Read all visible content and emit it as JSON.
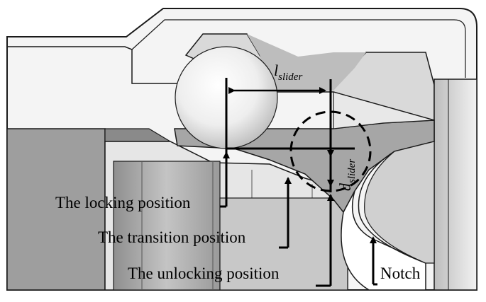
{
  "labels": {
    "locking_position": "The locking position",
    "transition_position": "The transition position",
    "unlocking_position": "The unlocking position",
    "notch": "Notch"
  },
  "dimensions": {
    "slider_length": {
      "symbol": "l",
      "subscript": "slider"
    },
    "slider_diameter": {
      "symbol": "d",
      "subscript": "slider"
    }
  },
  "colors": {
    "outline": "#1a1a1a",
    "housing_light": "#ececec",
    "housing_mid": "#d4d4d4",
    "housing_dark": "#8c8c8c",
    "shaft_face": "#a9a9a9",
    "ramp_face": "#cfcfcf",
    "ball_light": "#ffffff",
    "ball_shade": "#c9c9c9",
    "annotation": "#000000"
  }
}
